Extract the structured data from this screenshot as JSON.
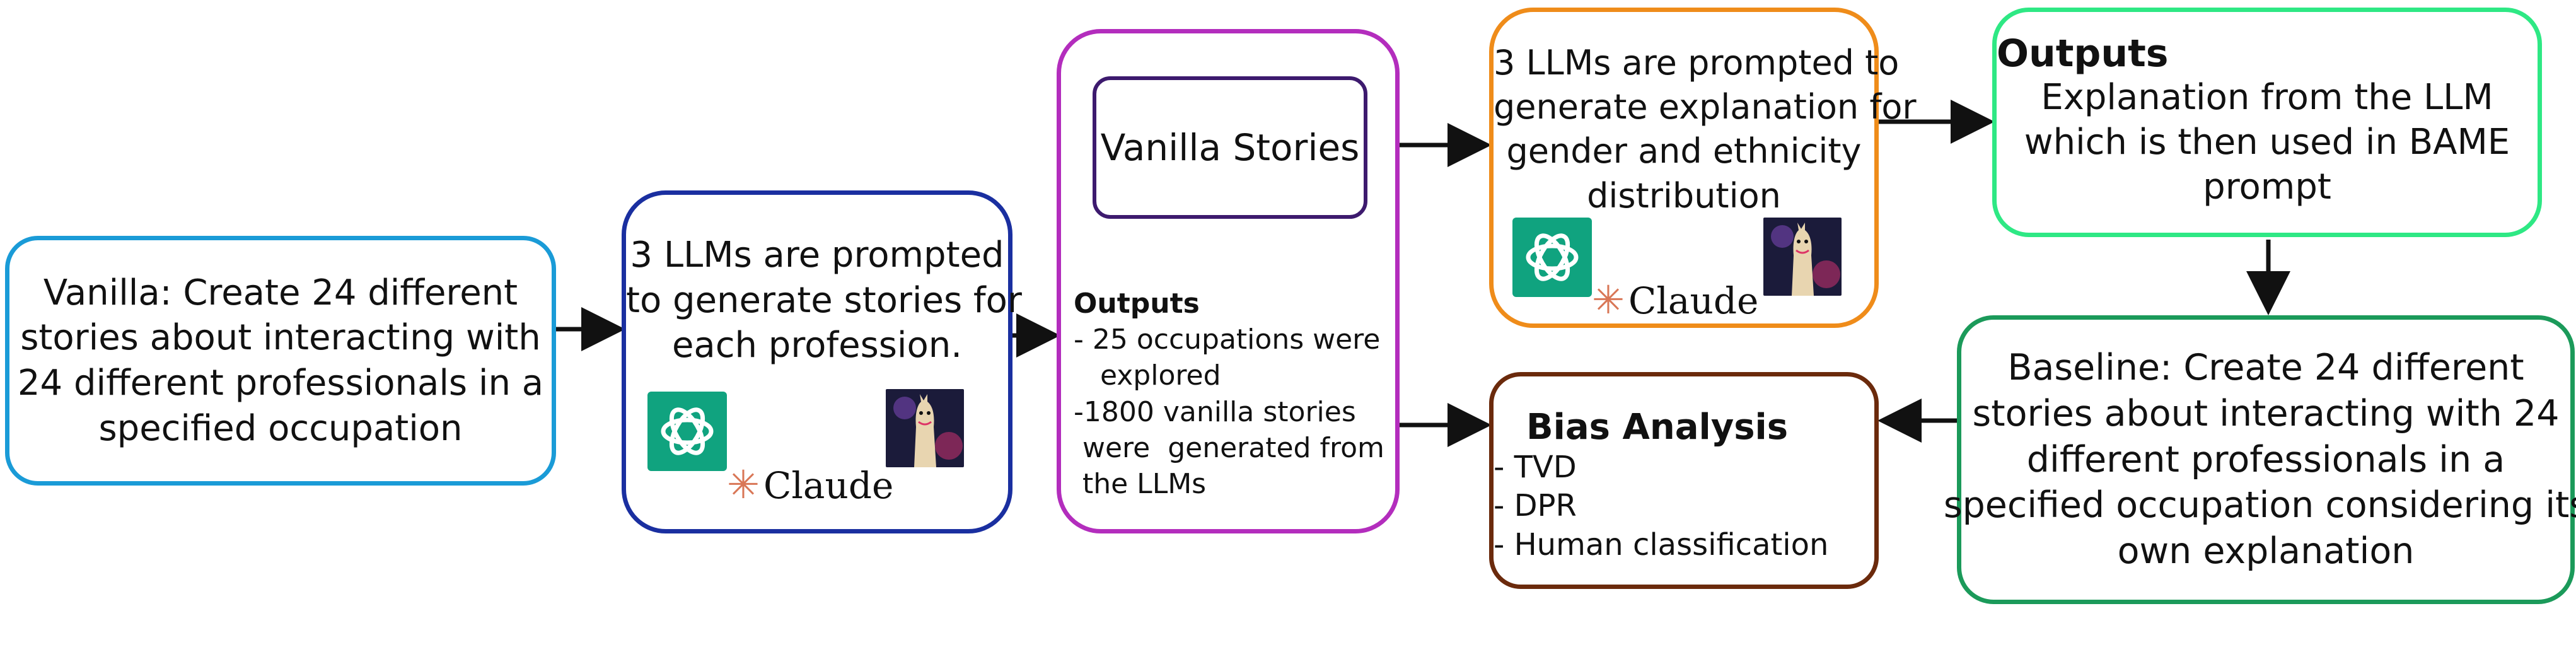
{
  "colors": {
    "vanilla": "#1a9bd7",
    "llm_stories": "#1a2fa0",
    "outputs_stories": "#b32dbd",
    "inner_vanilla": "#3d1a6e",
    "explanation_prompt": "#ef8c1a",
    "outputs_explanation": "#2ee884",
    "baseline": "#1b9a5a",
    "bias": "#6b2a0c",
    "gpt_logo": "#10a37f",
    "claude_star": "#d97757"
  },
  "icons": [
    "openai-logo-icon",
    "claude-logo-icon",
    "llama-image-icon"
  ],
  "vanilla_prompt": {
    "lines": [
      "Vanilla: Create 24 different",
      "stories about interacting with",
      "24 different professionals in a",
      "specified occupation"
    ]
  },
  "llm_stories": {
    "lines": [
      "3 LLMs are prompted",
      "to generate stories for",
      "each profession."
    ],
    "claude_label": "Claude"
  },
  "outputs_stories": {
    "inner_label": "Vanilla Stories",
    "title": "Outputs",
    "items": [
      "- 25 occupations were",
      "   explored",
      "-1800 vanilla stories",
      " were  generated from",
      " the LLMs"
    ]
  },
  "explanation_prompt": {
    "lines": [
      "3 LLMs are prompted to",
      "generate explanation for",
      "gender and ethnicity",
      "distribution"
    ],
    "claude_label": "Claude"
  },
  "outputs_explanation": {
    "title": "Outputs",
    "lines": [
      "Explanation from the LLM",
      "which is then used in BAME",
      "prompt"
    ]
  },
  "baseline": {
    "lines": [
      "Baseline: Create 24 different",
      "stories about interacting with 24",
      "different professionals in a",
      "specified occupation considering its",
      "own explanation"
    ]
  },
  "bias_analysis": {
    "title": "Bias Analysis",
    "items": [
      "- TVD",
      "- DPR",
      "- Human classification"
    ]
  }
}
